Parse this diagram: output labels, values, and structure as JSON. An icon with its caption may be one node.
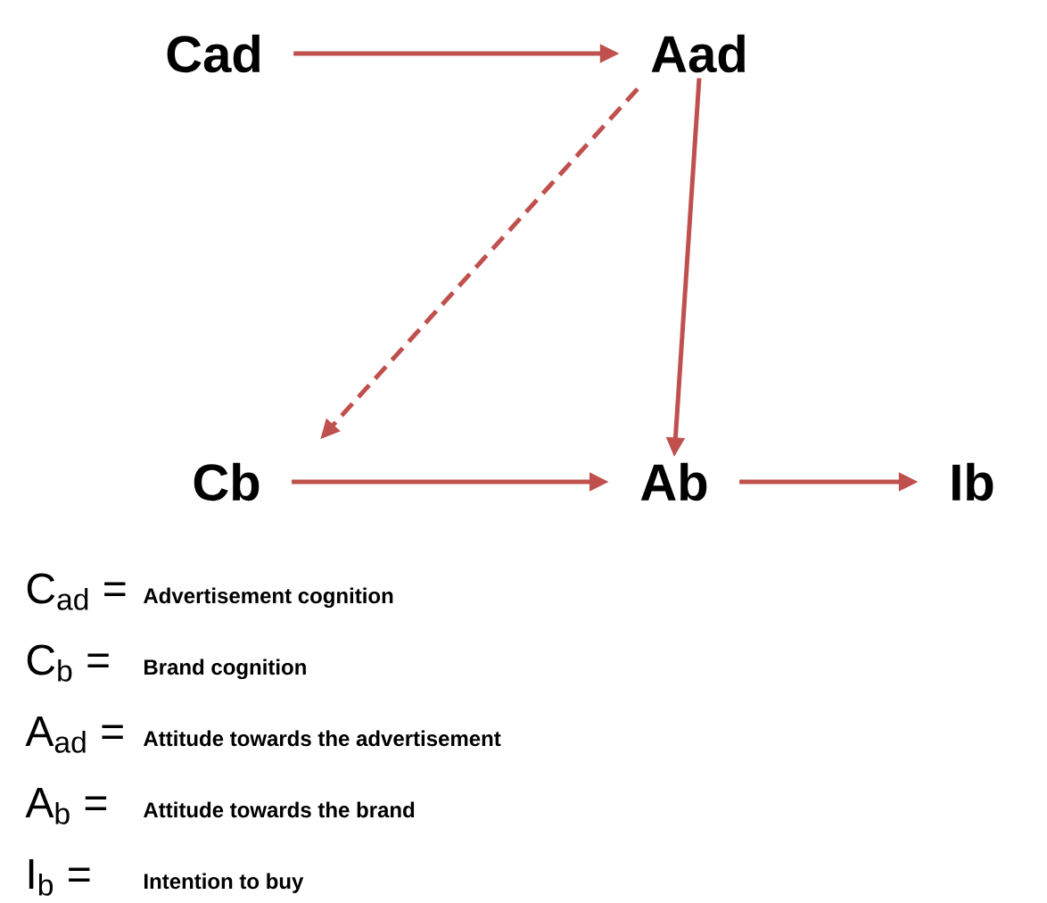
{
  "diagram": {
    "nodes": [
      {
        "text": [
          "Cad"
        ]
      },
      {
        "text": [
          "Aad"
        ]
      },
      {
        "text": [
          "Cb"
        ]
      },
      {
        "text": [
          "Ab"
        ]
      },
      {
        "text": [
          "Ib"
        ]
      }
    ],
    "edges": [
      {
        "from": 0,
        "to": 1,
        "arrow": "to"
      },
      {
        "from": 1,
        "to": 2,
        "arrow": "to",
        "style": "dashed"
      },
      {
        "from": 1,
        "to": 3,
        "arrow": "to"
      },
      {
        "from": 2,
        "to": 3,
        "arrow": "to"
      },
      {
        "from": 3,
        "to": 4,
        "arrow": "to"
      }
    ],
    "labels": [
      "C$_{ad}$ =",
      "Advertisement cognition",
      "C$_{b}$ =",
      "Brand cognition",
      "A$_{ad}$ =",
      "Attitude towards the advertisement",
      "A$_{b}$ =",
      "Attitude towards the brand",
      "I$_{b}$ =",
      "Intention to buy"
    ]
  }
}
